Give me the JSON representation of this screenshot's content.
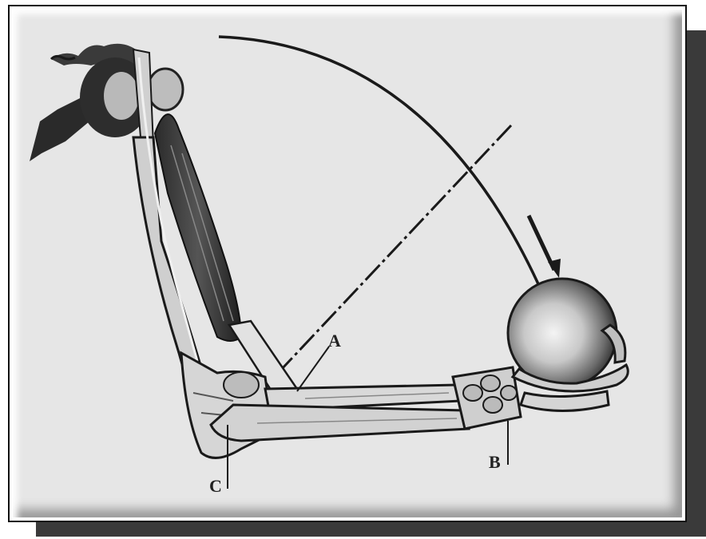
{
  "figure": {
    "labels": {
      "a": "A",
      "b": "B",
      "c": "C"
    }
  },
  "colors": {
    "shadow": "#3a3a3a",
    "plate": "#e6e6e6",
    "ink": "#1a1a1a"
  }
}
